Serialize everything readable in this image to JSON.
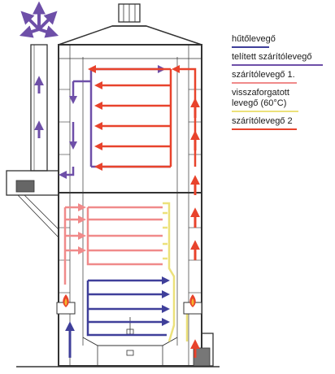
{
  "legend": [
    {
      "label": "hűtőlevegő",
      "color": "#3f3f9a"
    },
    {
      "label": "telített szárítólevegő",
      "color": "#6e4fa8"
    },
    {
      "label": "szárítólevegő 1.",
      "color": "#f08a8a"
    },
    {
      "label": "visszaforgatott levegő (60°C)",
      "color": "#ece17a"
    },
    {
      "label": "szárítólevegő 2",
      "color": "#e8432c"
    }
  ],
  "colors": {
    "cooling": "#3f3f9a",
    "saturated": "#6e4fa8",
    "drying1": "#f08a8a",
    "recirculated": "#ece17a",
    "drying2": "#e8432c",
    "structure": "#333333"
  },
  "icons": [
    "exhaust-arrows-icon",
    "burner-flame-icon"
  ]
}
